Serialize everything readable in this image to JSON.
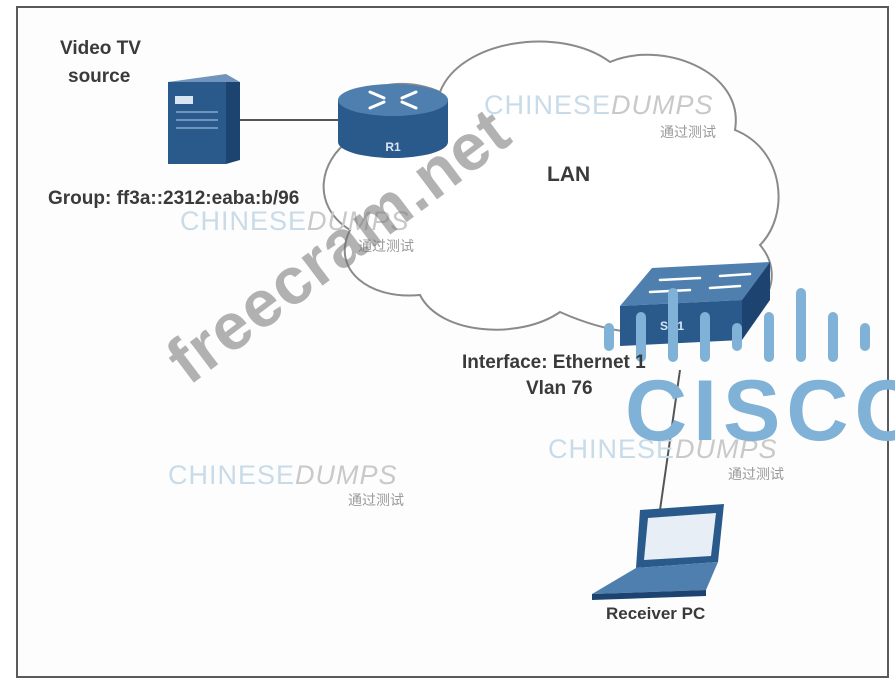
{
  "source": {
    "title_line1": "Video TV",
    "title_line2": "source",
    "group": "Group: ff3a::2312:eaba:b/96"
  },
  "router": {
    "label": "R1"
  },
  "cloud": {
    "label": "LAN"
  },
  "switch": {
    "label": "Sw1",
    "interface": "Interface: Ethernet 1",
    "vlan": "Vlan 76"
  },
  "receiver": {
    "label": "Receiver  PC"
  },
  "watermarks": {
    "diagonal": "freecram.net",
    "brand_light": "CHINESE",
    "brand_dark": "DUMPS",
    "brand_cn": "通过测试",
    "cisco": "CISCO"
  },
  "colors": {
    "device_blue": "#2a5a8c",
    "device_top": "#4f7fae",
    "cisco_blue": "#7fb2d6"
  }
}
